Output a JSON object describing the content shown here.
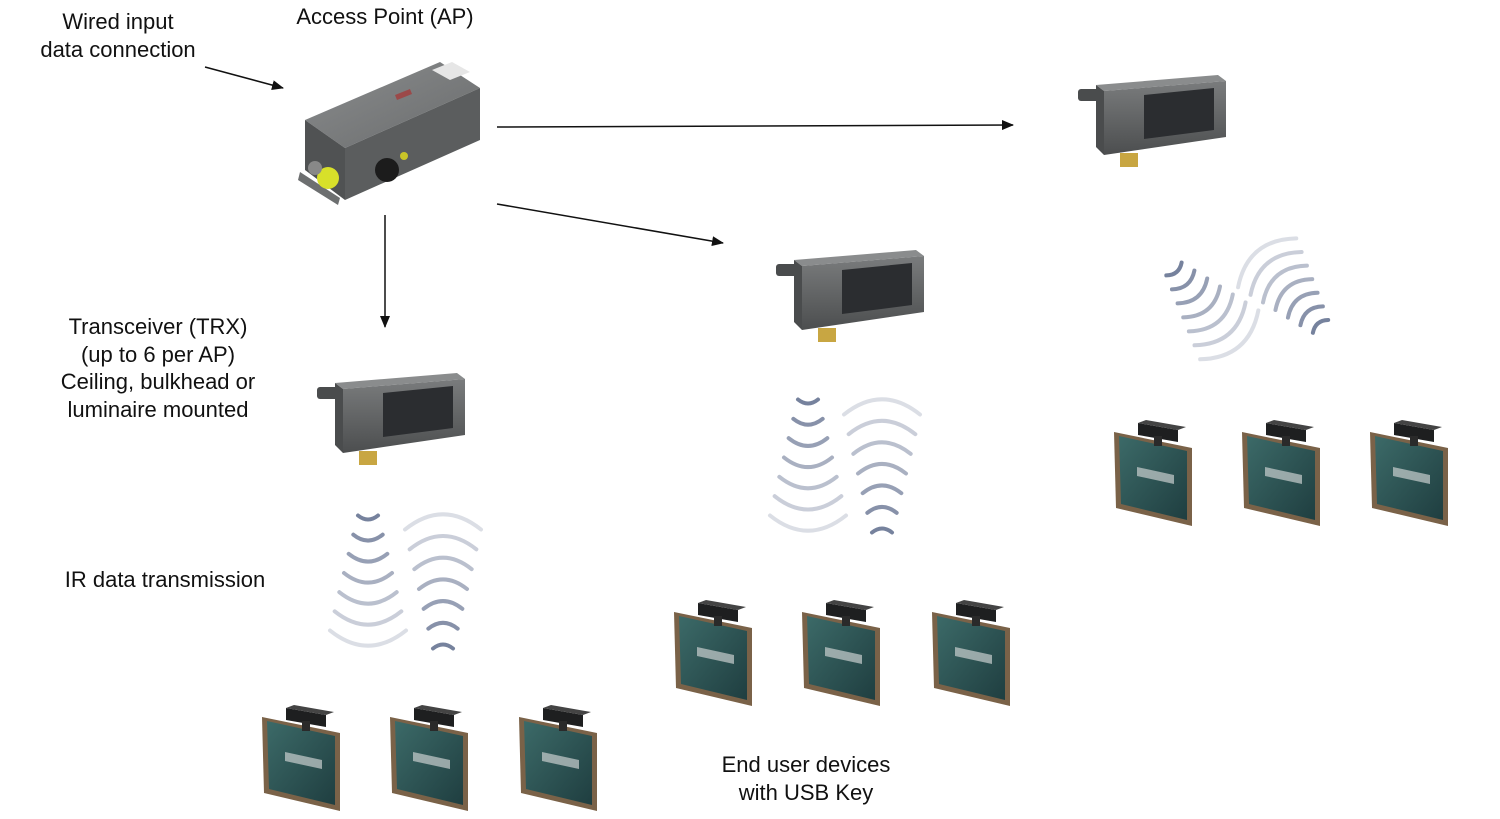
{
  "labels": {
    "wired_input": [
      "Wired input",
      "data connection"
    ],
    "access_point": "Access Point (AP)",
    "transceiver": [
      "Transceiver (TRX)",
      "(up to 6 per AP)",
      "Ceiling, bulkhead or",
      "luminaire mounted"
    ],
    "ir_transmission": "IR data transmission",
    "end_user": [
      "End user devices",
      "with USB Key"
    ]
  },
  "colors": {
    "text": "#111111",
    "arrow": "#111111",
    "housing": "#5d5f60",
    "window": "#2b2d30",
    "connector": "#c8a642",
    "ap_cap": "#d8e02a",
    "ir_wave": "#6f7b98",
    "tablet_frame": "#7a6248",
    "tablet_screen": "#2f5656"
  }
}
